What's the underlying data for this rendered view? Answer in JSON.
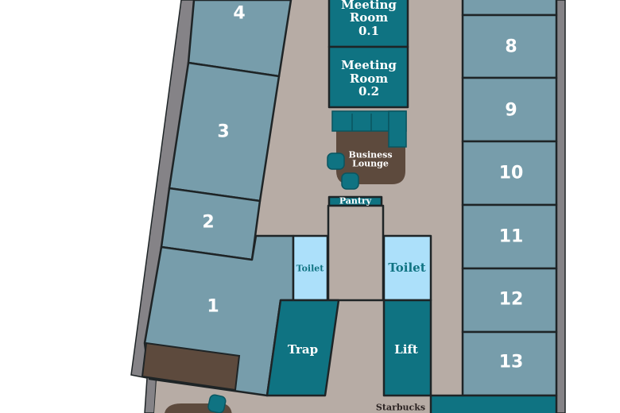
{
  "colors": {
    "background": "#ffffff",
    "outer_wall": "#858387",
    "corridor": "#b7aca5",
    "office": "#779dab",
    "teal": "#0f7382",
    "toilet": "#ace0fa",
    "lounge_brown": "#5d4a3d",
    "border": "#1e2426"
  },
  "offices": {
    "o1": "1",
    "o2": "2",
    "o3": "3",
    "o4": "4",
    "o8": "8",
    "o9": "9",
    "o10": "10",
    "o11": "11",
    "o12": "12",
    "o13": "13"
  },
  "meeting_rooms": {
    "r01": {
      "line1": "Meeting",
      "line2": "Room",
      "line3": "0.1"
    },
    "r02": {
      "line1": "Meeting",
      "line2": "Room",
      "line3": "0.2"
    }
  },
  "facilities": {
    "lounge_line1": "Business",
    "lounge_line2": "Lounge",
    "pantry": "Pantry",
    "toilet_left": "Toilet",
    "toilet_right": "Toilet",
    "stairs": "Trap",
    "lift": "Lift",
    "starbucks": "Starbucks"
  }
}
